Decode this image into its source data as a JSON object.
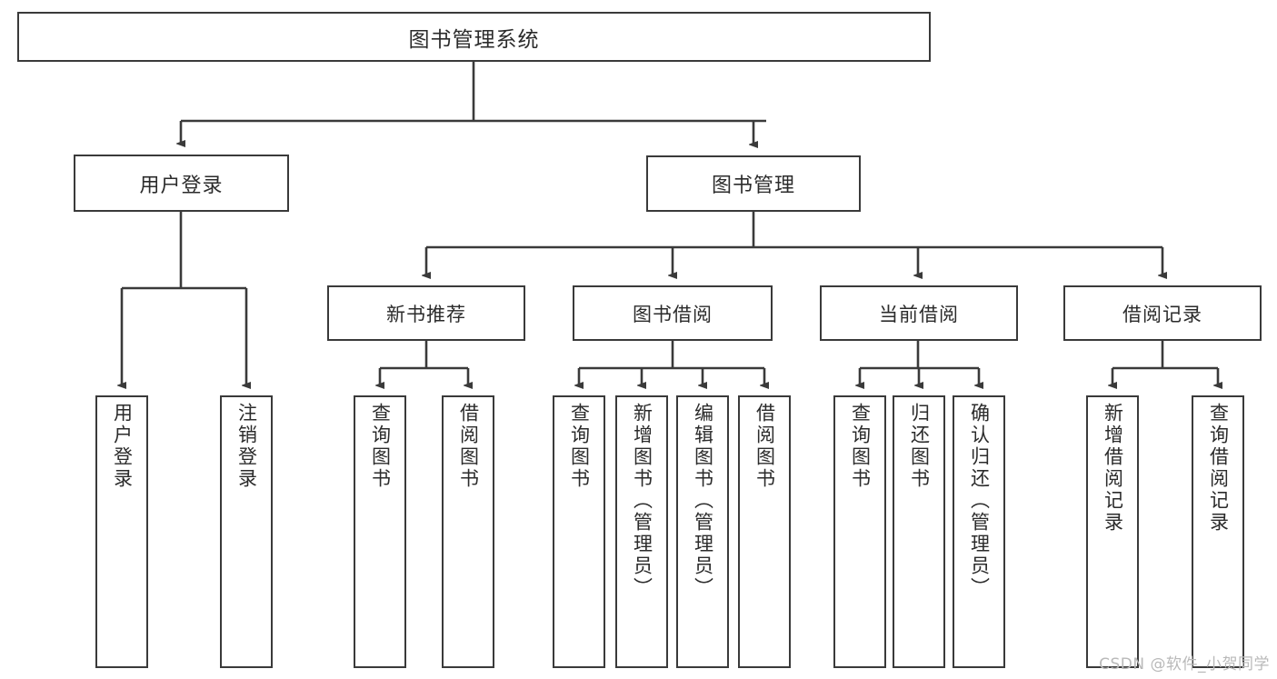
{
  "diagram": {
    "type": "tree-hierarchy",
    "title": "图书管理系统",
    "watermark": "CSDN @软件_小贺同学",
    "colors": {
      "box_border": "#3a3a3a",
      "box_fill": "#ffffff",
      "connector": "#3a3a3a",
      "text": "#2b2b2b",
      "watermark": "#b9b9b9",
      "background": "#ffffff"
    },
    "nodes": {
      "root": {
        "label": "图书管理系统"
      },
      "user_login": {
        "label": "用户登录"
      },
      "book_manage": {
        "label": "图书管理"
      },
      "new_book_rec": {
        "label": "新书推荐"
      },
      "book_borrow": {
        "label": "图书借阅"
      },
      "current_borrow": {
        "label": "当前借阅"
      },
      "borrow_record": {
        "label": "借阅记录"
      }
    },
    "leaves": {
      "user_login_1": {
        "label": "用户登录"
      },
      "user_login_2": {
        "label": "注销登录"
      },
      "new_book_1": {
        "label": "查询图书"
      },
      "new_book_2": {
        "label": "借阅图书"
      },
      "borrow_1": {
        "label": "查询图书"
      },
      "borrow_2": {
        "label": "新增图书（管理员）"
      },
      "borrow_3": {
        "label": "编辑图书（管理员）"
      },
      "borrow_4": {
        "label": "借阅图书"
      },
      "current_1": {
        "label": "查询图书"
      },
      "current_2": {
        "label": "归还图书"
      },
      "current_3": {
        "label": "确认归还（管理员）"
      },
      "record_1": {
        "label": "新增借阅记录"
      },
      "record_2": {
        "label": "查询借阅记录"
      }
    }
  }
}
